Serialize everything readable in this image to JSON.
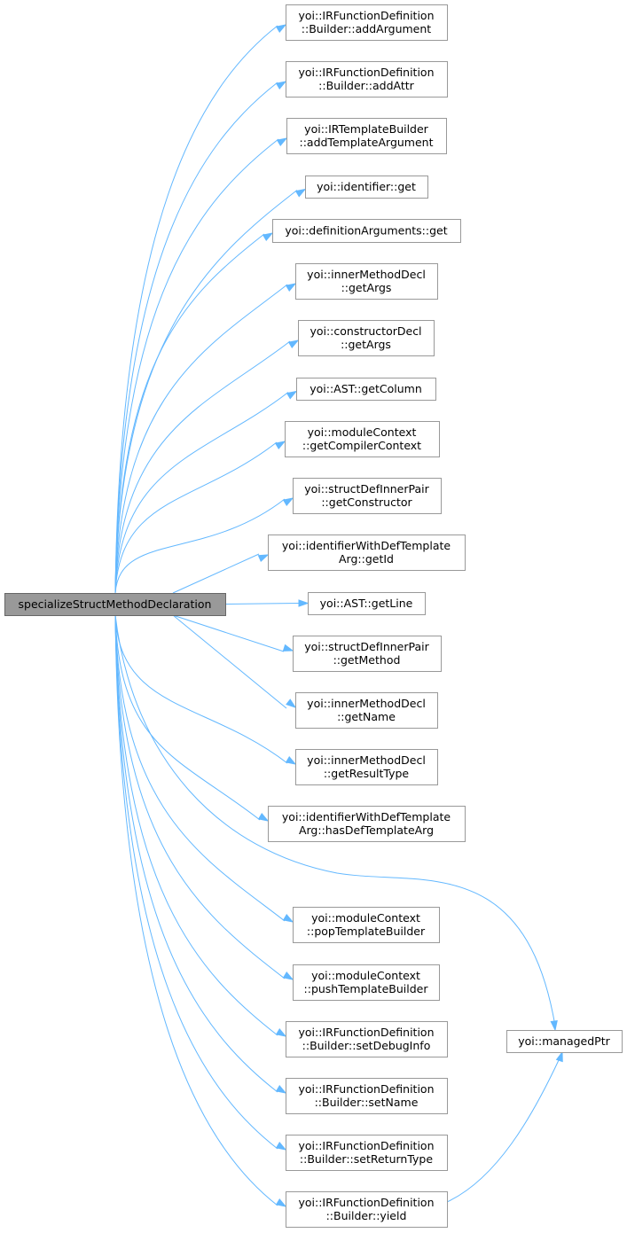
{
  "graph": {
    "root": {
      "lines": [
        "specializeStructMethodDeclaration"
      ]
    },
    "callees": [
      {
        "id": "addArgument",
        "lines": [
          "yoi::IRFunctionDefinition",
          "::Builder::addArgument"
        ]
      },
      {
        "id": "addAttr",
        "lines": [
          "yoi::IRFunctionDefinition",
          "::Builder::addAttr"
        ]
      },
      {
        "id": "addTemplateArgument",
        "lines": [
          "yoi::IRTemplateBuilder",
          "::addTemplateArgument"
        ]
      },
      {
        "id": "identifier-get",
        "lines": [
          "yoi::identifier::get"
        ]
      },
      {
        "id": "definitionArguments-get",
        "lines": [
          "yoi::definitionArguments::get"
        ]
      },
      {
        "id": "innerMethodDecl-getArgs",
        "lines": [
          "yoi::innerMethodDecl",
          "::getArgs"
        ]
      },
      {
        "id": "constructorDecl-getArgs",
        "lines": [
          "yoi::constructorDecl",
          "::getArgs"
        ]
      },
      {
        "id": "getColumn",
        "lines": [
          "yoi::AST::getColumn"
        ]
      },
      {
        "id": "getCompilerContext",
        "lines": [
          "yoi::moduleContext",
          "::getCompilerContext"
        ]
      },
      {
        "id": "getConstructor",
        "lines": [
          "yoi::structDefInnerPair",
          "::getConstructor"
        ]
      },
      {
        "id": "getId",
        "lines": [
          "yoi::identifierWithDefTemplate",
          "Arg::getId"
        ]
      },
      {
        "id": "getLine",
        "lines": [
          "yoi::AST::getLine"
        ]
      },
      {
        "id": "getMethod",
        "lines": [
          "yoi::structDefInnerPair",
          "::getMethod"
        ]
      },
      {
        "id": "getName",
        "lines": [
          "yoi::innerMethodDecl",
          "::getName"
        ]
      },
      {
        "id": "getResultType",
        "lines": [
          "yoi::innerMethodDecl",
          "::getResultType"
        ]
      },
      {
        "id": "hasDefTemplateArg",
        "lines": [
          "yoi::identifierWithDefTemplate",
          "Arg::hasDefTemplateArg"
        ]
      },
      {
        "id": "popTemplateBuilder",
        "lines": [
          "yoi::moduleContext",
          "::popTemplateBuilder"
        ]
      },
      {
        "id": "pushTemplateBuilder",
        "lines": [
          "yoi::moduleContext",
          "::pushTemplateBuilder"
        ]
      },
      {
        "id": "setDebugInfo",
        "lines": [
          "yoi::IRFunctionDefinition",
          "::Builder::setDebugInfo"
        ]
      },
      {
        "id": "setName",
        "lines": [
          "yoi::IRFunctionDefinition",
          "::Builder::setName"
        ]
      },
      {
        "id": "setReturnType",
        "lines": [
          "yoi::IRFunctionDefinition",
          "::Builder::setReturnType"
        ]
      },
      {
        "id": "yield",
        "lines": [
          "yoi::IRFunctionDefinition",
          "::Builder::yield"
        ]
      }
    ],
    "managedPtr": {
      "lines": [
        "yoi::managedPtr"
      ]
    },
    "colors": {
      "edge": "#63b8ff",
      "root_fill": "#999999",
      "node_border": "#999999"
    }
  }
}
